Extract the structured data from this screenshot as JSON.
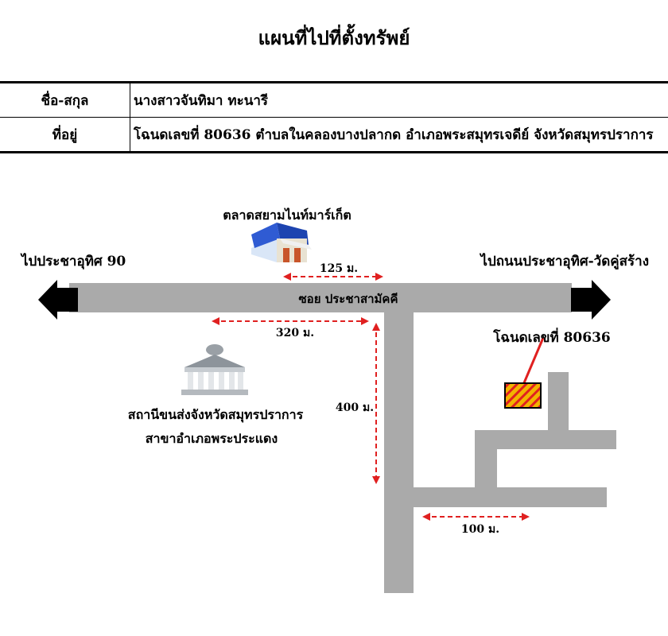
{
  "title": "แผนที่ไปที่ตั้งทรัพย์",
  "info": {
    "name_label": "ชื่อ-สกุล",
    "name_value": "นางสาวจันทิมา ทะนารี",
    "address_label": "ที่อยู่",
    "address_value": "โฉนดเลขที่ 80636 ตำบลในคลองบางปลากด อำเภอพระสมุทรเจดีย์ จังหวัดสมุทรปราการ"
  },
  "map": {
    "left_direction": "ไปประชาอุทิศ 90",
    "right_direction": "ไปถนนประชาอุทิศ-วัดคู่สร้าง",
    "road_name": "ซอย ประชาสามัคคี",
    "market_label": "ตลาดสยามไนท์มาร์เก็ต",
    "police_label_1": "สถานีขนส่งจังหวัดสมุทรปราการ",
    "police_label_2": "สาขาอำเภอพระประแดง",
    "plot_label": "โฉนดเลขที่ 80636",
    "distances": {
      "d125": "125 ม.",
      "d320": "320 ม.",
      "d400": "400 ม.",
      "d100": "100 ม."
    },
    "colors": {
      "road": "#aaaaaa",
      "distance_line": "#e02020",
      "plot_fill": "#f2b400",
      "plot_stripe": "#e02020"
    }
  }
}
